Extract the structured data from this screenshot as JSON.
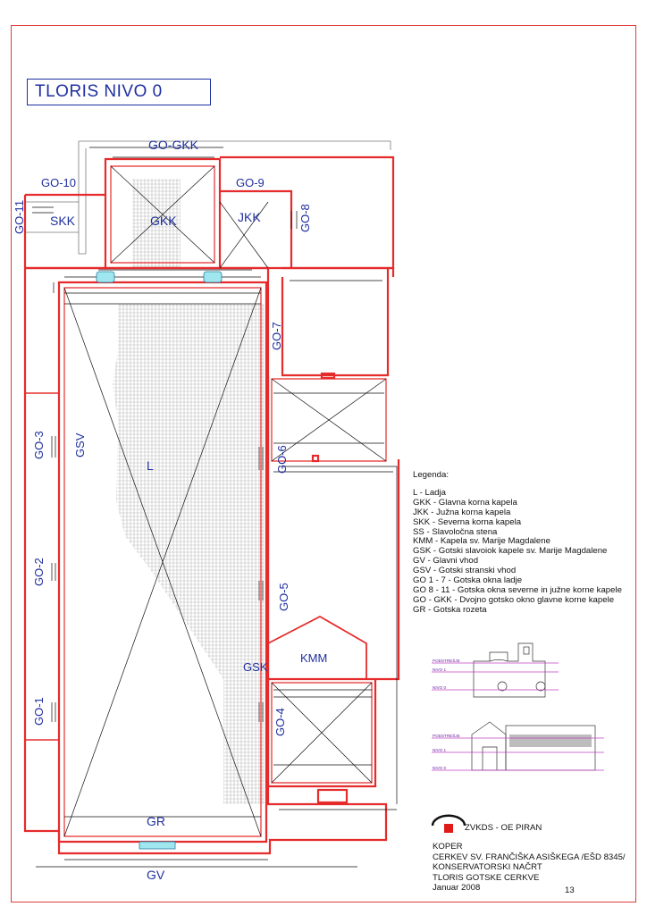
{
  "title": "TLORIS NIVO 0",
  "plan_labels": {
    "go_gkk": "GO-GKK",
    "go_10": "GO-10",
    "go_9": "GO-9",
    "go_11": "GO-11",
    "go_8": "GO-8",
    "skk": "SKK",
    "gkk": "GKK",
    "jkk": "JKK",
    "go_7": "GO-7",
    "go_6": "GO-6",
    "go_5": "GO-5",
    "go_4": "GO-4",
    "go_3": "GO-3",
    "go_2": "GO-2",
    "go_1": "GO-1",
    "gsv": "GSV",
    "l": "L",
    "gsk": "GSK",
    "kmm": "KMM",
    "gr": "GR",
    "gv": "GV"
  },
  "legend": {
    "title": "Legenda:",
    "items": [
      "L - Ladja",
      "GKK - Glavna korna kapela",
      "JKK - Južna korna kapela",
      "SKK - Severna korna kapela",
      "SS - Slavoločna stena",
      "KMM - Kapela sv. Marije Magdalene",
      "GSK - Gotski slavoiok kapele sv. Marije Magdalene",
      "GV - Glavni vhod",
      "GSV - Gotski stranski vhod",
      "GO 1 - 7 - Gotska okna ladje",
      "GO 8 - 11 - Gotska okna severne in južne korne kapele",
      "GO - GKK - Dvojno gotsko okno glavne korne kapele",
      "GR - Gotska rozeta"
    ]
  },
  "elevation_labels": {
    "top": [
      "PODSTREŠJE",
      "NIVO 1",
      "NIVO 0"
    ],
    "bottom": [
      "PODSTREŠJE",
      "NIVO 1",
      "NIVO 0"
    ]
  },
  "footer": {
    "org": "ZVKDS - OE PIRAN",
    "lines": [
      "KOPER",
      "CERKEV SV. FRANČIŠKA ASIŠKEGA /EŠD 8345/",
      "KONSERVATORSKI NAČRT",
      "TLORIS GOTSKE CERKVE",
      "Januar 2008"
    ],
    "page": "13"
  },
  "colors": {
    "wall": "#e52b2b",
    "label": "#1f2f9f",
    "elevation_line": "#c040c0",
    "logo": "#e01919"
  }
}
